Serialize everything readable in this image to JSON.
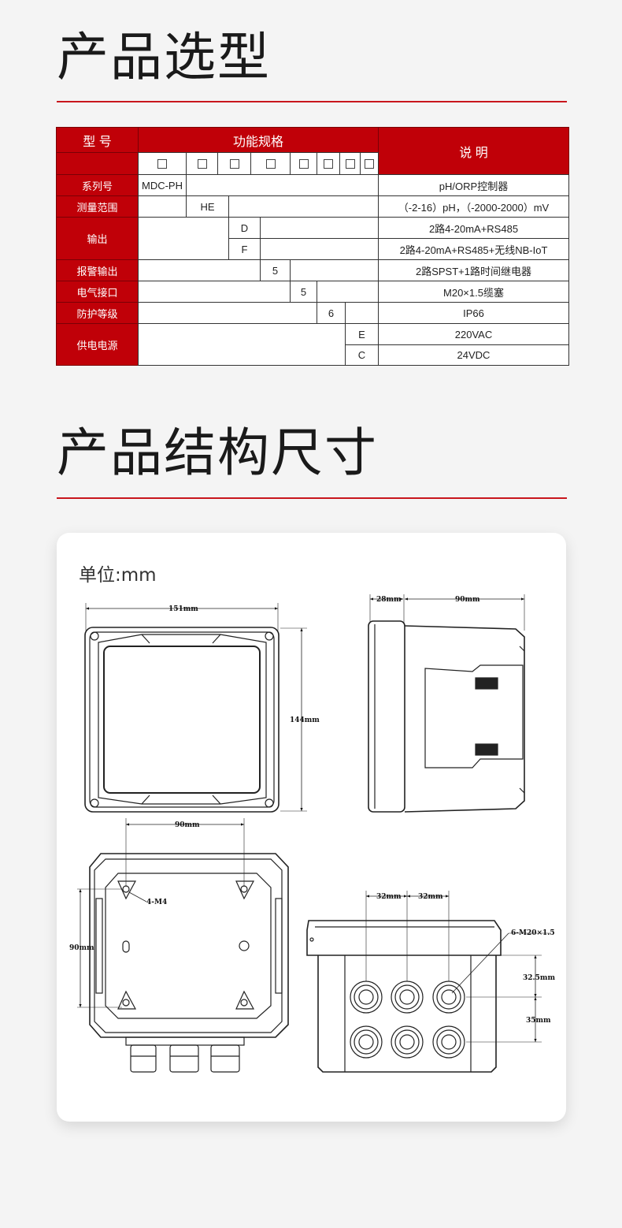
{
  "selection": {
    "title": "产品选型",
    "header": {
      "model": "型 号",
      "spec": "功能规格",
      "desc": "说 明"
    },
    "box_count": 8,
    "rows": [
      {
        "label": "系列号",
        "code": "MDC-PH",
        "desc": "pH/ORP控制器"
      },
      {
        "label": "测量范围",
        "code": "HE",
        "desc": "（-2-16）pH，（-2000-2000）mV"
      },
      {
        "label": "输出",
        "codes": [
          "D",
          "F"
        ],
        "descs": [
          "2路4-20mA+RS485",
          "2路4-20mA+RS485+无线NB-IoT"
        ]
      },
      {
        "label": "报警输出",
        "code": "5",
        "desc": "2路SPST+1路时间继电器"
      },
      {
        "label": "电气接口",
        "code": "5",
        "desc": "M20×1.5缆塞"
      },
      {
        "label": "防护等级",
        "code": "6",
        "desc": "IP66"
      },
      {
        "label": "供电电源",
        "codes": [
          "E",
          "C"
        ],
        "descs": [
          "220VAC",
          "24VDC"
        ]
      }
    ]
  },
  "dimensions": {
    "title": "产品结构尺寸",
    "unit": "单位:mm",
    "labels": {
      "front_width": "151mm",
      "front_height": "144mm",
      "side_depth_a": "28mm",
      "side_depth_b": "90mm",
      "back_hole_h": "90mm",
      "back_hole_v": "90mm",
      "back_screw": "4-M4",
      "bottom_pitch_a": "32mm",
      "bottom_pitch_b": "32mm",
      "bottom_glands": "6-M20×1.5",
      "bottom_v1": "32.5mm",
      "bottom_v2": "35mm"
    }
  }
}
